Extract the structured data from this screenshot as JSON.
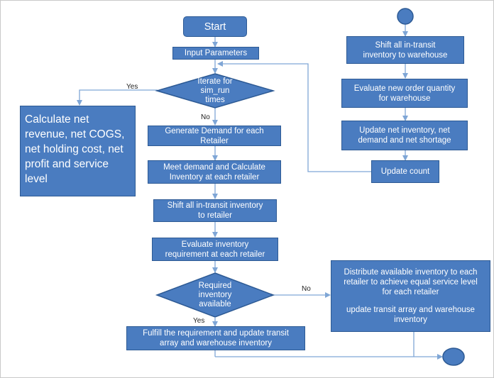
{
  "start": "Start",
  "left_flow": {
    "input_parameters": "Input Parameters",
    "iterate": "Iterate for\nsim_run\ntimes",
    "generate_demand": "Generate Demand for each\nRetailer",
    "meet_demand": "Meet demand and Calculate\nInventory at each retailer",
    "shift_retailer": "Shift all in-transit inventory\nto retailer",
    "evaluate_requirement": "Evaluate inventory\nrequirement at each retailer",
    "required_available": "Required\ninventory\navailable",
    "fulfill": "Fulfill the requirement and update transit\narray and warehouse inventory"
  },
  "calculate_box": "Calculate net\nrevenue, net COGS,\nnet holding cost, net\nprofit and service\nlevel",
  "right_flow": {
    "shift_warehouse": "Shift all in-transit\ninventory to warehouse",
    "evaluate_order": "Evaluate new order quantity\nfor warehouse",
    "update_inventory": "Update net inventory, net\ndemand and net shortage",
    "update_count": "Update count"
  },
  "distribute_box": {
    "line1": "Distribute available inventory to each\nretailer to achieve equal service level\nfor each retailer",
    "line2": "update transit array and warehouse\ninventory"
  },
  "labels": {
    "yes_iterate": "Yes",
    "no_iterate": "No",
    "no_required": "No",
    "yes_required": "Yes"
  },
  "colors": {
    "fill": "#4a7cc0",
    "border": "#2d5a94",
    "connector": "#7fa6d6"
  }
}
